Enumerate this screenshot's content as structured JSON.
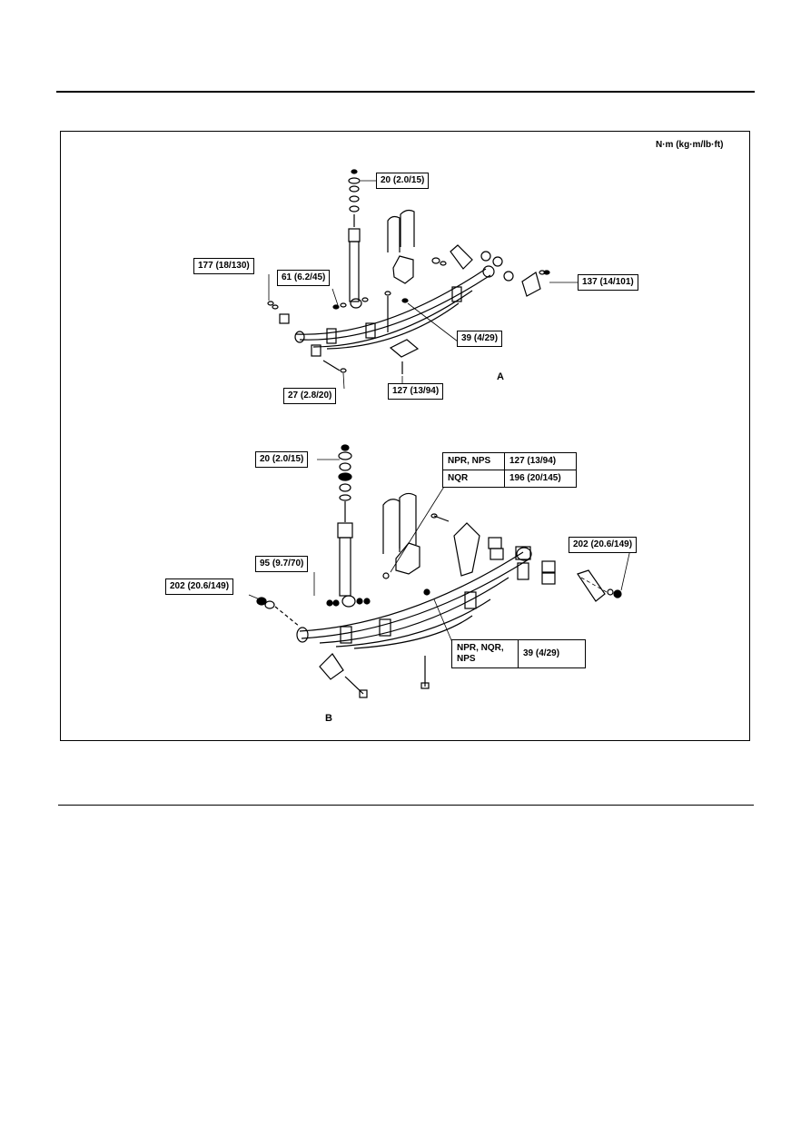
{
  "unit_label": "N·m (kg·m/lb·ft)",
  "view_a": {
    "label": "A",
    "torques": {
      "shock_top": "20 (2.0/15)",
      "front_eye": "177 (18/130)",
      "shock_bottom": "61 (6.2/45)",
      "rear_shackle": "137 (14/101)",
      "center_bolt": "39 (4/29)",
      "front_pin": "27 (2.8/20)",
      "u_bolt": "127 (13/94)"
    }
  },
  "view_b": {
    "label": "B",
    "torques": {
      "shock_top": "20 (2.0/15)",
      "shock_bottom": "95 (9.7/70)",
      "front_eye": "202 (20.6/149)",
      "rear_shackle": "202 (20.6/149)"
    },
    "u_bolt_table": [
      {
        "model": "NPR, NPS",
        "value": "127 (13/94)"
      },
      {
        "model": "NQR",
        "value": "196 (20/145)"
      }
    ],
    "center_bolt_table": {
      "model": "NPR, NQR, NPS",
      "value": "39 (4/29)"
    }
  }
}
